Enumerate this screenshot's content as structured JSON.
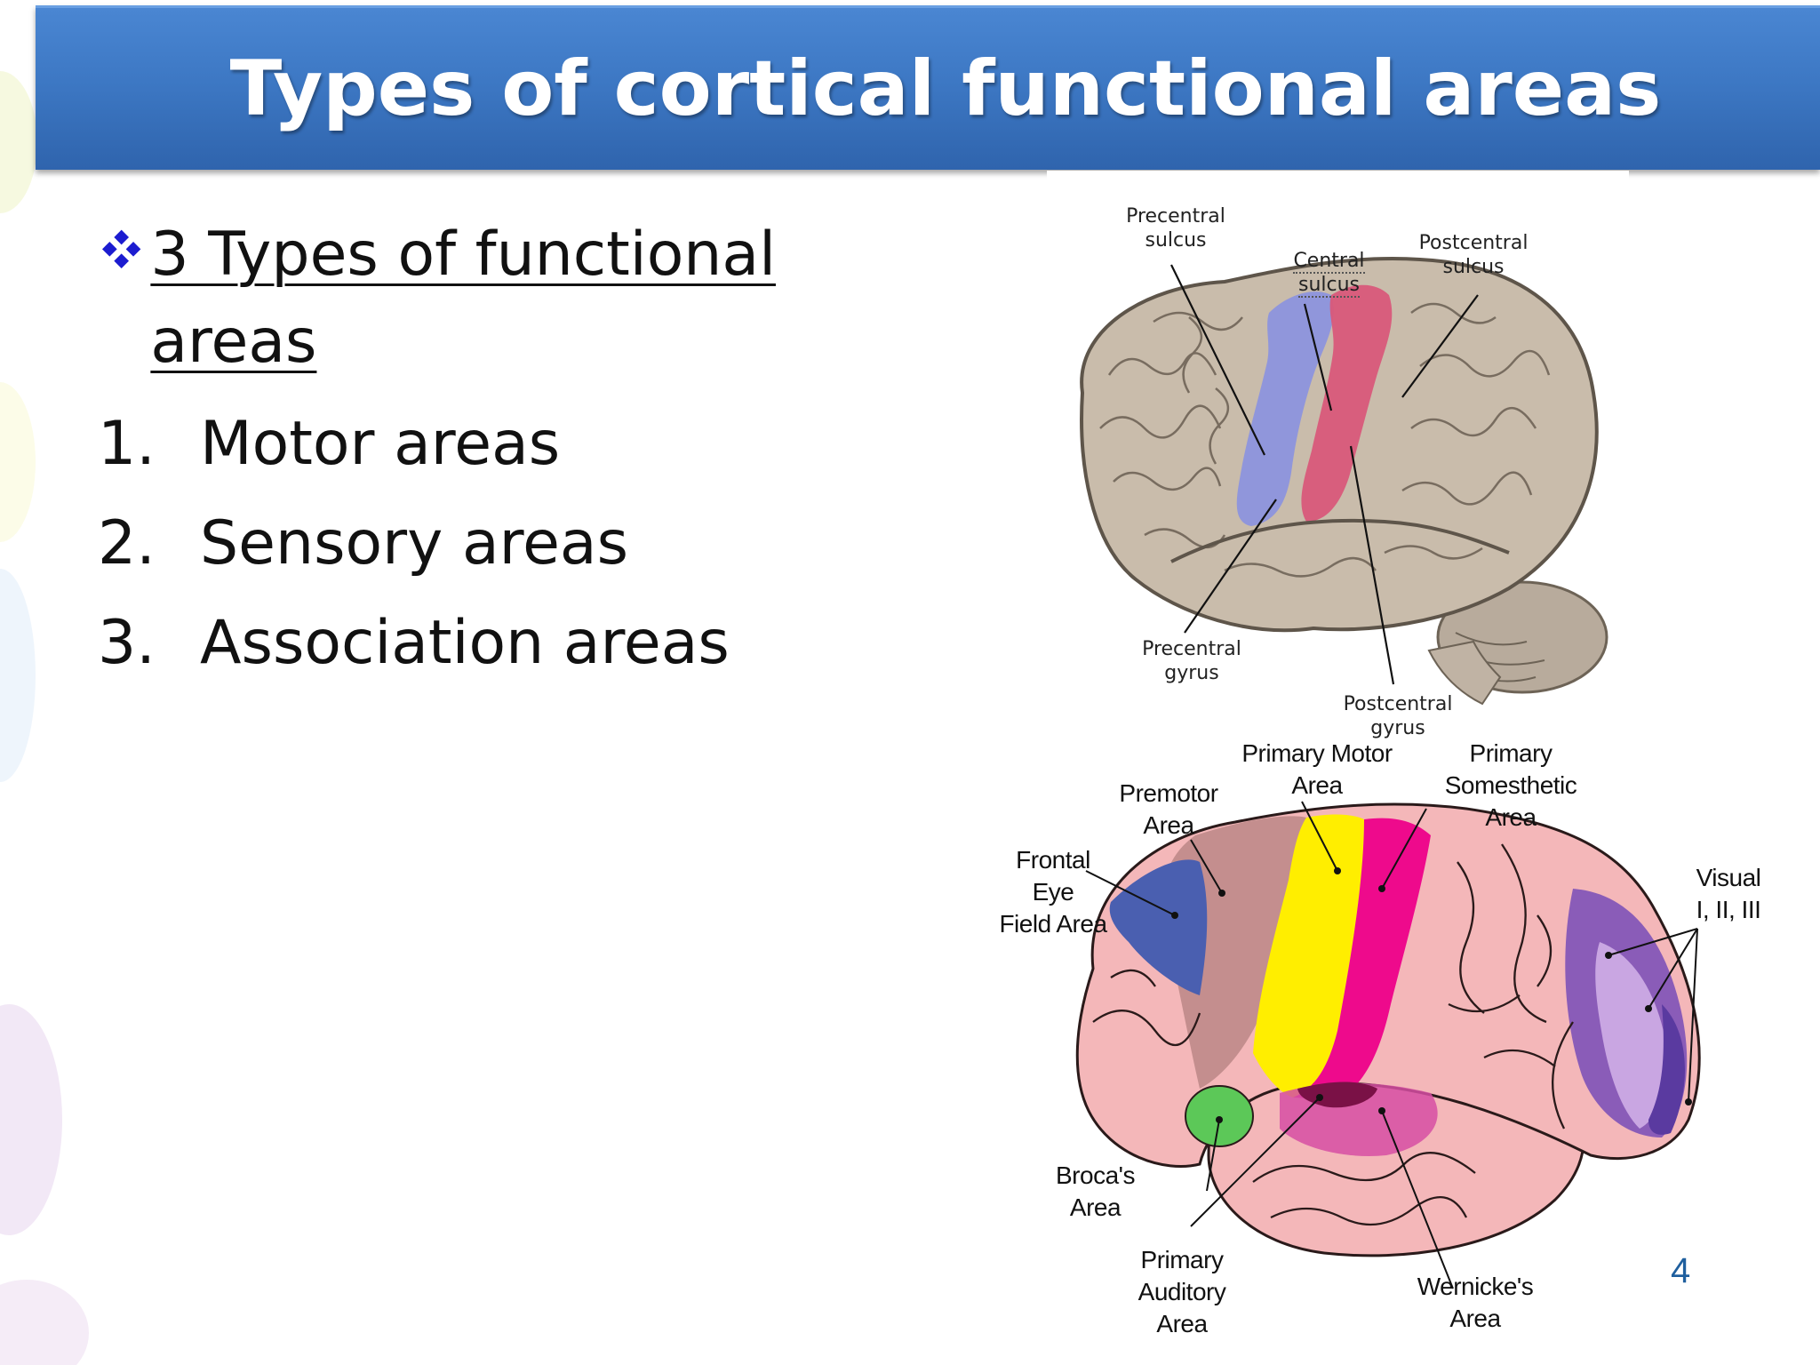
{
  "slide": {
    "title": "Types of cortical functional areas",
    "page_number": "4"
  },
  "content": {
    "heading": "3 Types of functional areas",
    "items": [
      {
        "number": "1.",
        "text": "Motor areas"
      },
      {
        "number": "2.",
        "text": "Sensory areas"
      },
      {
        "number": "3.",
        "text": "Association areas"
      }
    ]
  },
  "figure_top": {
    "labels": {
      "precentral_sulcus": "Precentral\nsulcus",
      "central_sulcus": "Central\nsulcus",
      "postcentral_sulcus": "Postcentral\nsulcus",
      "precentral_gyrus": "Precentral\ngyrus",
      "postcentral_gyrus": "Postcentral\ngyrus"
    }
  },
  "figure_bottom": {
    "labels": {
      "primary_motor": "Primary Motor\nArea",
      "primary_somesthetic": "Primary\nSomesthetic\nArea",
      "premotor": "Premotor\nArea",
      "frontal_eye": "Frontal\nEye\nField Area",
      "visual": "Visual\nI, II, III",
      "brocas": "Broca's\nArea",
      "primary_auditory": "Primary\nAuditory\nArea",
      "wernickes": "Wernicke's\nArea"
    }
  },
  "colors": {
    "title_bar": "#3d78c4",
    "title_text": "#ffffff",
    "bullet_diamond": "#1c1cd0",
    "page_number": "#1f5f9e",
    "motor_area": "#ffee00",
    "somesthetic_area": "#ee0a8c",
    "premotor_area": "#c48e8e",
    "frontal_eye_area": "#4a5fb0",
    "brocas_area": "#5cc858",
    "visual_area": "#8a5cb8",
    "cortex_pink": "#f4b7b9",
    "precentral_gyrus": "#8d93dd",
    "postcentral_gyrus": "#d9587a"
  }
}
